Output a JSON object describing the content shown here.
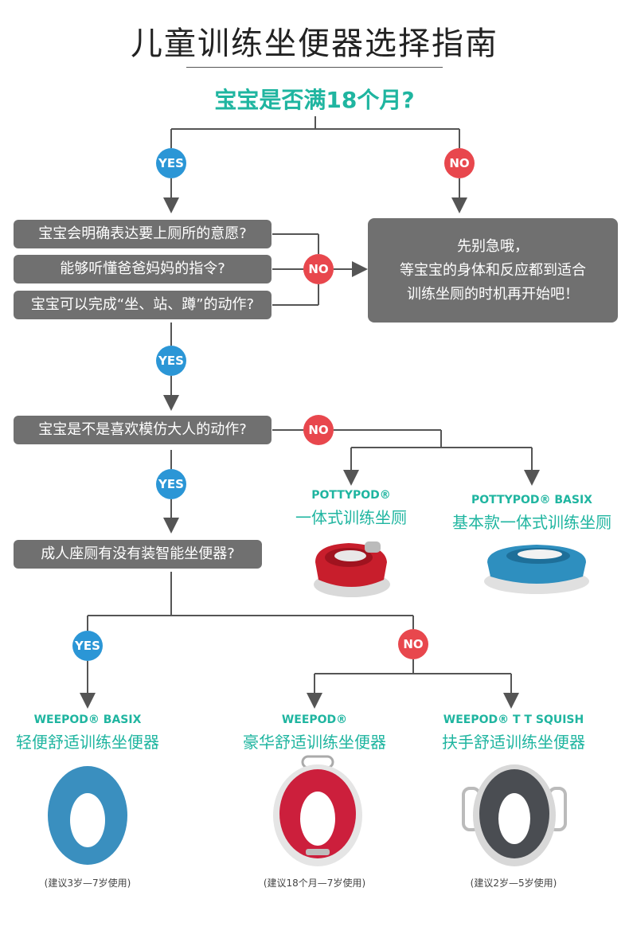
{
  "title": "儿童训练坐便器选择指南",
  "q1": "宝宝是否满18个月?",
  "labels": {
    "yes": "YES",
    "no": "NO"
  },
  "q2": [
    "宝宝会明确表达要上厕所的意愿?",
    "能够听懂爸爸妈妈的指令?",
    "宝宝可以完成“坐、站、蹲”的动作?"
  ],
  "wait_message": [
    "先别急哦，",
    "等宝宝的身体和反应都到适合",
    "训练坐厕的时机再开始吧！"
  ],
  "q3": "宝宝是不是喜欢模仿大人的动作?",
  "q4": "成人座厕有没有装智能坐便器?",
  "products": {
    "pottypod": {
      "name": "POTTYPOD®",
      "desc": "一体式训练坐厕"
    },
    "pottypod_basix": {
      "name": "POTTYPOD® BASIX",
      "desc": "基本款一体式训练坐厕"
    },
    "weepod_basix": {
      "name": "WEEPOD® BASIX",
      "desc": "轻便舒适训练坐便器",
      "age": "(建议3岁—7岁使用)"
    },
    "weepod": {
      "name": "WEEPOD®",
      "desc": "豪华舒适训练坐便器",
      "age": "(建议18个月—7岁使用)"
    },
    "weepod_tt": {
      "name": "WEEPOD® T T SQUISH",
      "desc": "扶手舒适训练坐便器",
      "age": "(建议2岁—5岁使用)"
    }
  },
  "colors": {
    "teal": "#1fb5a0",
    "yes": "#2b96d6",
    "no": "#e8474d",
    "box": "#707070"
  }
}
